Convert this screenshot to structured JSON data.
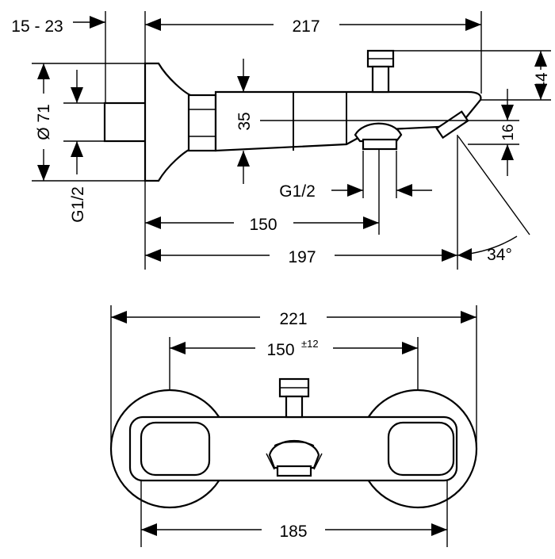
{
  "dimensions": {
    "wall_offset": "15 - 23",
    "total_length": "217",
    "flange_diameter": "Ø 71",
    "inlet_thread": "G1/2",
    "body_height": "35",
    "diverter_height": "44",
    "spout_height": "16",
    "outlet_thread": "G1/2",
    "outlet_distance": "150",
    "spout_reach": "197",
    "spout_angle": "34°",
    "overall_width": "221",
    "centers_base": "150",
    "centers_tolerance": "±12",
    "flange_outer_width": "185"
  }
}
